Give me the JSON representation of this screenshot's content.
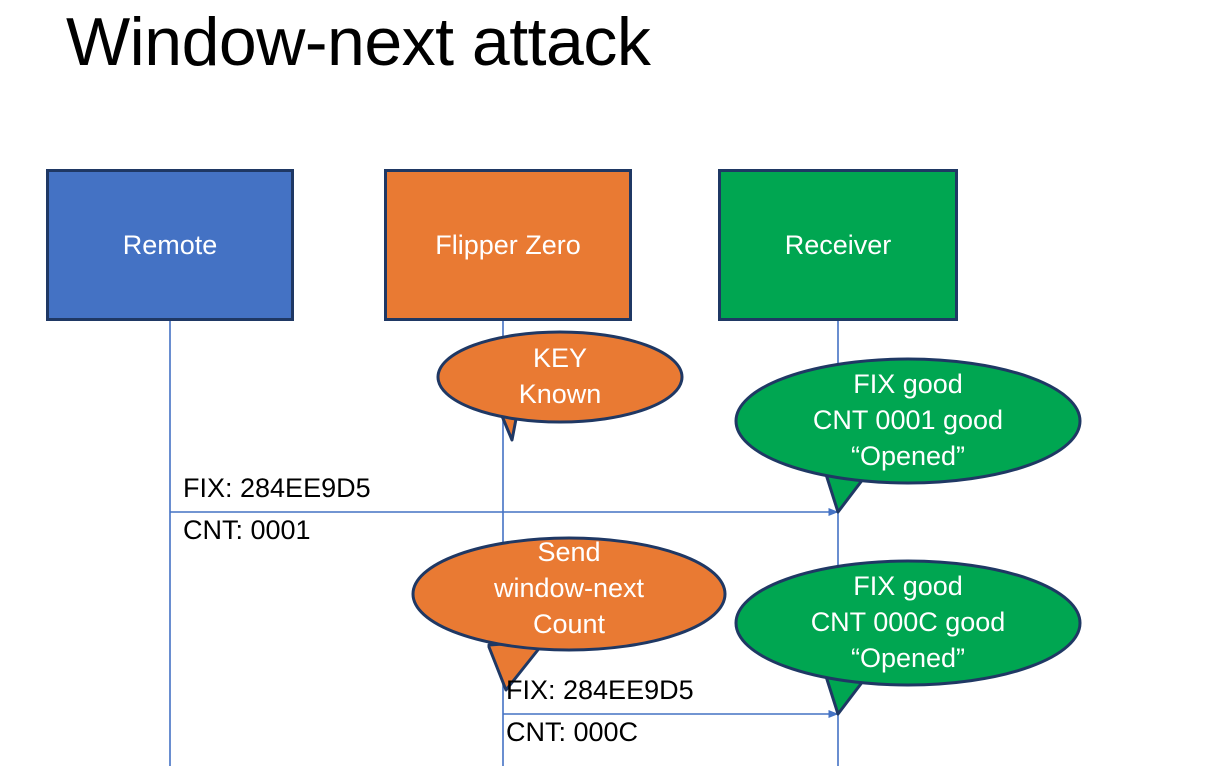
{
  "slide": {
    "title": "Window-next attack",
    "background_color": "#FFFFFF"
  },
  "colors": {
    "remote_fill": "#4472C4",
    "flipper_fill": "#E97A33",
    "receiver_fill": "#00A651",
    "shape_outline": "#1F3864",
    "lifeline": "#4472C4",
    "arrow": "#4472C4",
    "label_text": "#000000",
    "shape_text": "#FFFFFF"
  },
  "actors": [
    {
      "id": "remote",
      "label": "Remote",
      "fill": "#4472C4"
    },
    {
      "id": "flipper",
      "label": "Flipper Zero",
      "fill": "#E97A33"
    },
    {
      "id": "receiver",
      "label": "Receiver",
      "fill": "#00A651"
    }
  ],
  "callouts": [
    {
      "id": "key-known",
      "owner": "flipper",
      "fill": "#E97A33",
      "lines": [
        "KEY",
        "Known"
      ],
      "text": "KEY\nKnown"
    },
    {
      "id": "receiver-ack-1",
      "owner": "receiver",
      "fill": "#00A651",
      "lines": [
        "FIX good",
        "CNT 0001 good",
        "“Opened”"
      ],
      "text": "FIX good\nCNT 0001 good\n“Opened”"
    },
    {
      "id": "send-window-next",
      "owner": "flipper",
      "fill": "#E97A33",
      "lines": [
        "Send",
        "window-next",
        "Count"
      ],
      "text": "Send\nwindow-next\nCount"
    },
    {
      "id": "receiver-ack-2",
      "owner": "receiver",
      "fill": "#00A651",
      "lines": [
        "FIX good",
        "CNT 000C good",
        "“Opened”"
      ],
      "text": "FIX good\nCNT 000C good\n“Opened”"
    }
  ],
  "messages": [
    {
      "id": "msg-remote-to-receiver",
      "from": "remote",
      "to": "receiver",
      "fix_label": "FIX: 284EE9D5",
      "cnt_label": "CNT: 0001"
    },
    {
      "id": "msg-flipper-to-receiver",
      "from": "flipper",
      "to": "receiver",
      "fix_label": "FIX: 284EE9D5",
      "cnt_label": "CNT: 000C"
    }
  ]
}
